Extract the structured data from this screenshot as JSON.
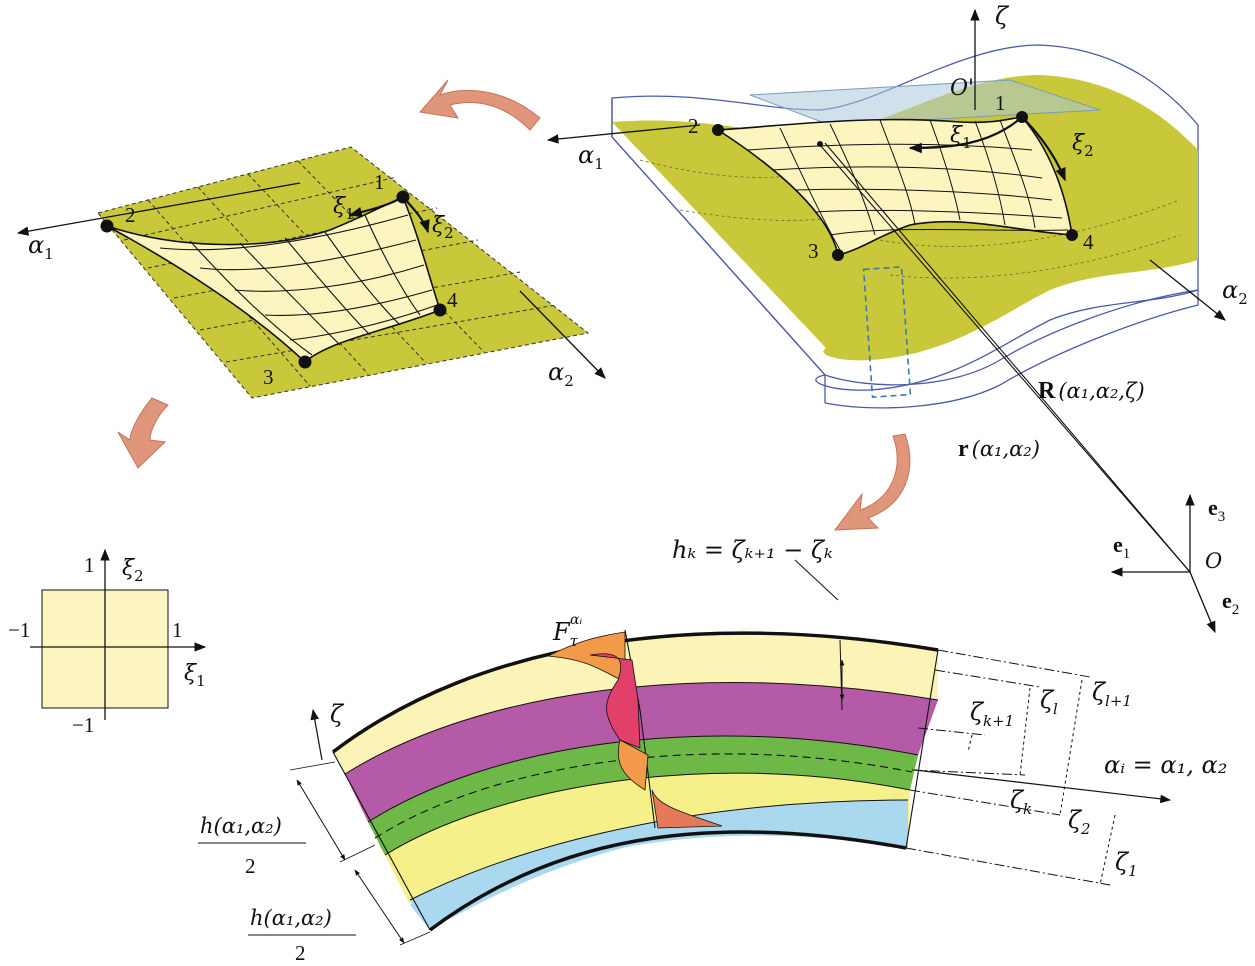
{
  "colors": {
    "olive": "#c8c83a",
    "patch": "#fdf5c0",
    "arrow": "#e0967a",
    "glass": "#aac8dc",
    "purple": "#b55aa6",
    "green": "#6db847",
    "yellow": "#f6f08a",
    "lightyellow": "#fbf4b6",
    "blue": "#a9d8ef",
    "orange": "#f29a4a",
    "red": "#e0406a"
  },
  "plane_patch": {
    "axis_1": "α",
    "axis_1_sub": "1",
    "axis_2": "α",
    "axis_2_sub": "2",
    "xi_1": "ξ",
    "xi_1_sub": "1",
    "xi_2": "ξ",
    "xi_2_sub": "2",
    "corners": [
      "1",
      "2",
      "3",
      "4"
    ]
  },
  "curved_shell": {
    "zeta": "ζ",
    "origin_prime": "O'",
    "axis_1": "α",
    "axis_1_sub": "1",
    "axis_2": "α",
    "axis_2_sub": "2",
    "xi_1": "ξ",
    "xi_1_sub": "1",
    "xi_2": "ξ",
    "xi_2_sub": "2",
    "corners": [
      "1",
      "2",
      "3",
      "4"
    ],
    "R_vec": "R",
    "R_args": "(α₁,α₂,ζ)",
    "r_vec": "r",
    "r_args": "(α₁,α₂)"
  },
  "global_frame": {
    "origin": "O",
    "e1": "e",
    "e1_sub": "1",
    "e2": "e",
    "e2_sub": "2",
    "e3": "e",
    "e3_sub": "3"
  },
  "reference_square": {
    "top": "1",
    "bottom": "−1",
    "left": "−1",
    "right": "1",
    "xi_1": "ξ",
    "xi_1_sub": "1",
    "xi_2": "ξ",
    "xi_2_sub": "2"
  },
  "laminate": {
    "zeta": "ζ",
    "force_label": "F",
    "force_sub": "τ",
    "force_sup": "αᵢ",
    "thickness_formula": "hₖ = ζₖ₊₁ − ζₖ",
    "half_thickness_num": "h(α₁,α₂)",
    "half_thickness_den": "2",
    "alpha_i_formula": "αᵢ = α₁, α₂",
    "zeta_l1": "ζ",
    "zeta_l1_sub": "l+1",
    "zeta_l": "ζ",
    "zeta_l_sub": "l",
    "zeta_k1": "ζ",
    "zeta_k1_sub": "k+1",
    "zeta_k": "ζ",
    "zeta_k_sub": "k",
    "zeta_2": "ζ",
    "zeta_2_sub": "2",
    "zeta_1": "ζ",
    "zeta_1_sub": "1"
  }
}
